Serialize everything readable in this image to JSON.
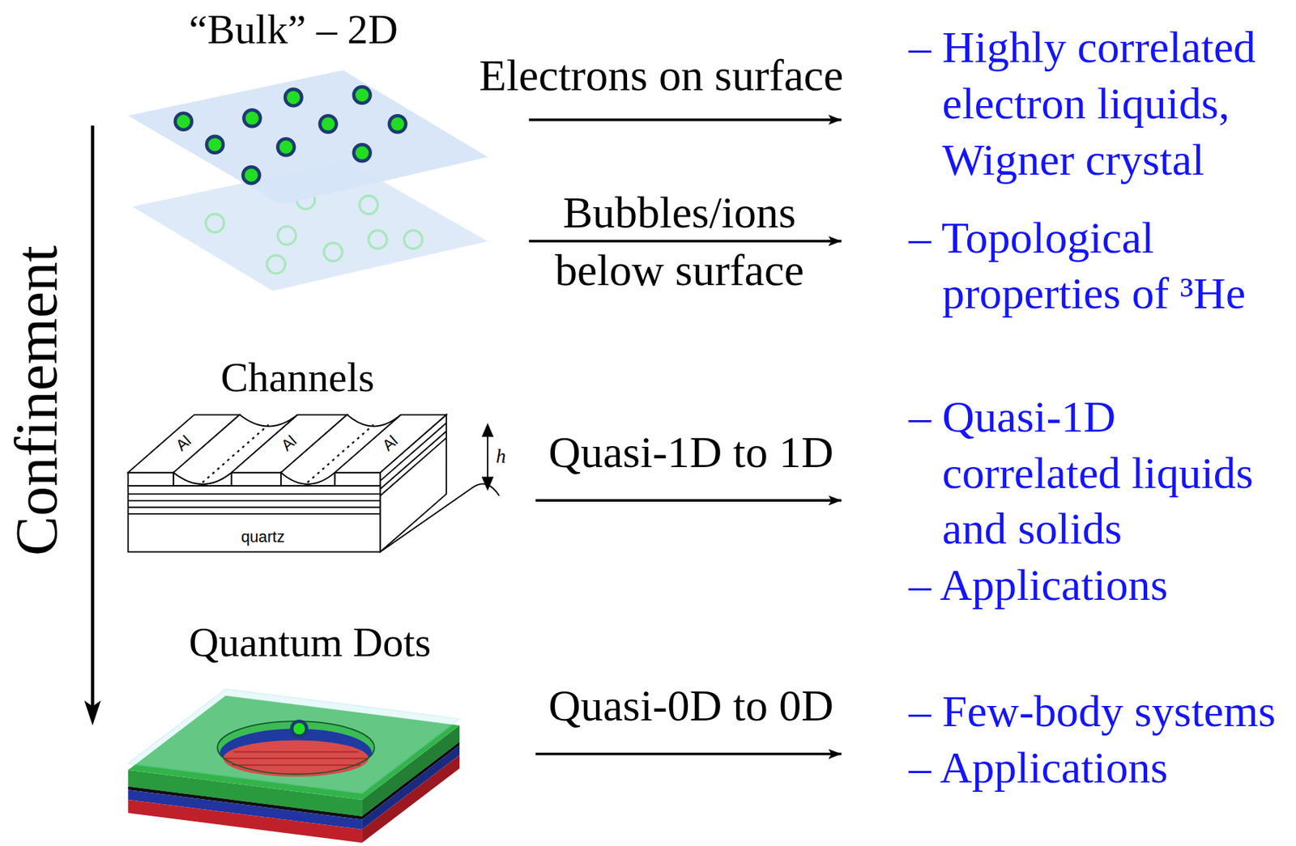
{
  "diagram": {
    "nodes": [
      {
        "text": [
          "“Bulk” – 2D"
        ]
      },
      {
        "text": [
          "– Highly correlated electron liquids, Wigner crystal"
        ]
      },
      {
        "text": [
          "– Topological properties of ³He"
        ]
      },
      {
        "text": [
          "Channels"
        ]
      },
      {
        "text": [
          "– Quasi-1D correlated liquids and solids",
          "– Applications"
        ]
      },
      {
        "text": [
          "Quantum Dots"
        ]
      },
      {
        "text": [
          "– Few-body systems",
          "– Applications"
        ]
      }
    ],
    "edges": [
      {
        "from": 0,
        "to": 1,
        "label": "Electrons on surface",
        "arrow": "to"
      },
      {
        "from": 0,
        "to": 2,
        "label": "Bubbles/ions below surface",
        "arrow": "to"
      },
      {
        "from": 3,
        "to": 4,
        "label": "Quasi-1D to 1D",
        "arrow": "to"
      },
      {
        "from": 5,
        "to": 6,
        "label": "Quasi-0D to 0D",
        "arrow": "to"
      }
    ],
    "labels": [
      "Confinement",
      "Al",
      "Al",
      "Al",
      "h",
      "quartz"
    ]
  }
}
